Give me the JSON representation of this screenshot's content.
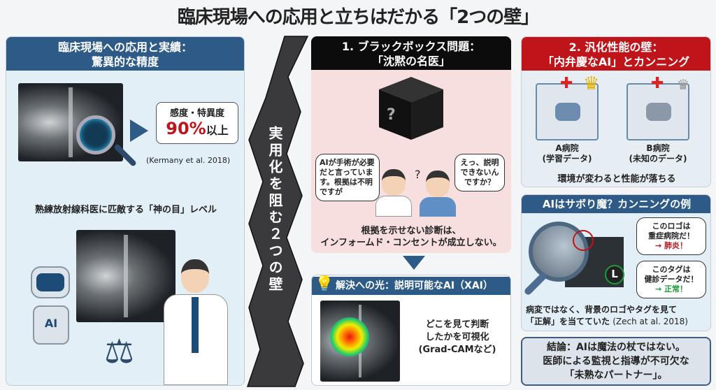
{
  "title": "臨床現場への応用と立ちはだかる「2つの壁」",
  "left": {
    "header1": "臨床現場への応用と実績：",
    "header2": "驚異的な精度",
    "stat_label": "感度・特異度",
    "stat_value": "90%",
    "stat_suffix": "以上",
    "citation": "(Kermany et al. 2018)",
    "caption": "熟練放射線科医に匹敵する「神の目」レベル",
    "robot_label": "AI"
  },
  "wall": {
    "text": "実用化を阻む２つの壁"
  },
  "blackbox": {
    "header1": "1. ブラックボックス問題：",
    "header2": "「沈黙の名医」",
    "cube_mark": "?",
    "doctor_bubble": "AIが手術が必要だと言っています。根拠は不明ですが",
    "patient_bubble": "えっ、説明できないんですか？",
    "question": "?",
    "caption1": "根拠を示せない診断は、",
    "caption2": "インフォームド・コンセントが成立しない。"
  },
  "xai": {
    "header": "解決への光：説明可能なAI（XAI）",
    "text1": "どこを見て判断",
    "text2": "したかを可視化",
    "text3": "(Grad-CAMなど)"
  },
  "general": {
    "header1": "2. 汎化性能の壁：",
    "header2": "「内弁慶なAI」とカンニング",
    "hospital_a": "A病院",
    "hospital_a_sub": "(学習データ)",
    "hospital_b": "B病院",
    "hospital_b_sub": "(未知のデータ)",
    "caption": "環境が変わると性能が落ちる"
  },
  "cheat": {
    "header": "AIはサボり魔？カンニングの例",
    "bubble1_l1": "このロゴは",
    "bubble1_l2": "重症病院だ！",
    "bubble1_l3": "→ 肺炎！",
    "bubble2_l1": "このタグは",
    "bubble2_l2": "健診データだ！",
    "bubble2_l3": "→ 正常！",
    "tag_letter": "L",
    "caption1": "病変ではなく、背景のロゴやタグを見て",
    "caption2": "「正解」を当てていた",
    "citation": "(Zech at al. 2018)"
  },
  "conclusion": {
    "line1": "結論：AIは魔法の杖ではない。",
    "line2": "医師による監視と指導が不可欠な",
    "line3": "「未熟なパートナー」。"
  },
  "colors": {
    "blue": "#2d5a87",
    "red": "#c0141b",
    "black": "#0c0c0c",
    "pink": "#f7dfe0",
    "lightblue": "#e2eff7",
    "green": "#1e9a3a"
  }
}
